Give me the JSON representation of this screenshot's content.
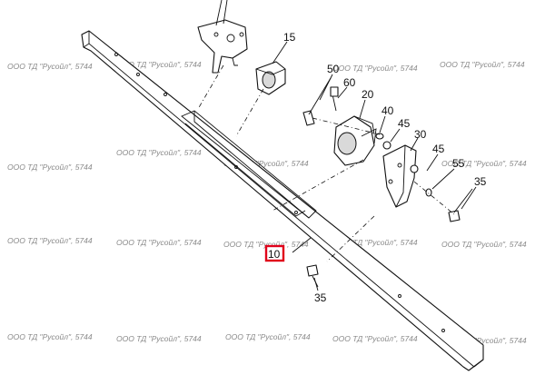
{
  "watermark": "ООО ТД \"Русойл\", 5744",
  "callouts": [
    "15",
    "50",
    "60",
    "20",
    "40",
    "45",
    "30",
    "45",
    "55",
    "35",
    "10",
    "35"
  ],
  "highlighted_callout": "10",
  "colors": {
    "line": "#111111",
    "watermark": "#8a8a8a",
    "highlight": "#e0001a"
  }
}
